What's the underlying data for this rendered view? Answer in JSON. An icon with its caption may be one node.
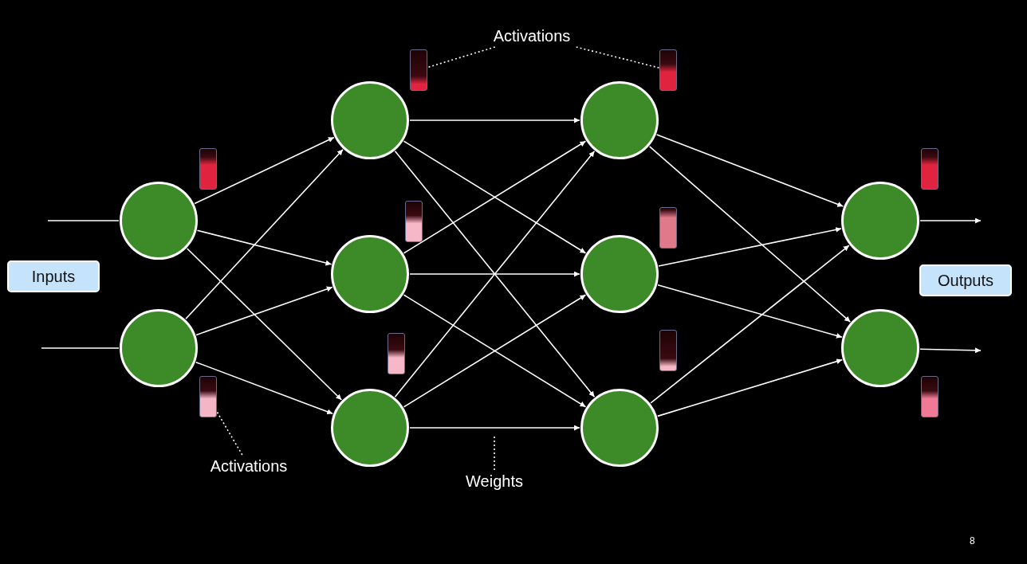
{
  "diagram": {
    "nodes": [
      {
        "text": [],
        "shape": "circle"
      },
      {
        "text": [],
        "shape": "circle"
      },
      {
        "text": [],
        "shape": "circle"
      },
      {
        "text": [],
        "shape": "circle"
      },
      {
        "text": [],
        "shape": "circle"
      },
      {
        "text": [],
        "shape": "circle"
      },
      {
        "text": [],
        "shape": "circle"
      },
      {
        "text": [],
        "shape": "circle"
      },
      {
        "text": [],
        "shape": "circle"
      },
      {
        "text": [],
        "shape": "circle"
      },
      {
        "text": [
          "Inputs"
        ]
      },
      {
        "text": [
          "Outputs"
        ]
      },
      {
        "text": [
          "Activations"
        ]
      },
      {
        "text": [
          "Activations"
        ]
      },
      {
        "text": [
          "Weights"
        ]
      },
      {
        "text": [],
        "shape": "bar"
      },
      {
        "text": [],
        "shape": "bar"
      },
      {
        "text": [],
        "shape": "bar"
      },
      {
        "text": [],
        "shape": "bar"
      },
      {
        "text": [],
        "shape": "bar"
      },
      {
        "text": [],
        "shape": "bar"
      },
      {
        "text": [],
        "shape": "bar"
      },
      {
        "text": [],
        "shape": "bar"
      },
      {
        "text": [],
        "shape": "bar"
      },
      {
        "text": [],
        "shape": "bar"
      }
    ],
    "edges": [
      {
        "from": null,
        "to": 0,
        "arrow": "none"
      },
      {
        "from": null,
        "to": 1,
        "arrow": "none"
      },
      {
        "from": 0,
        "to": 2,
        "arrow": "to"
      },
      {
        "from": 0,
        "to": 3,
        "arrow": "to"
      },
      {
        "from": 0,
        "to": 4,
        "arrow": "to"
      },
      {
        "from": 1,
        "to": 2,
        "arrow": "to"
      },
      {
        "from": 1,
        "to": 3,
        "arrow": "to"
      },
      {
        "from": 1,
        "to": 4,
        "arrow": "to"
      },
      {
        "from": 2,
        "to": 5,
        "arrow": "to"
      },
      {
        "from": 2,
        "to": 6,
        "arrow": "to"
      },
      {
        "from": 2,
        "to": 7,
        "arrow": "to"
      },
      {
        "from": 3,
        "to": 5,
        "arrow": "to"
      },
      {
        "from": 3,
        "to": 6,
        "arrow": "to"
      },
      {
        "from": 3,
        "to": 7,
        "arrow": "to"
      },
      {
        "from": 4,
        "to": 5,
        "arrow": "to"
      },
      {
        "from": 4,
        "to": 6,
        "arrow": "to"
      },
      {
        "from": 4,
        "to": 7,
        "arrow": "to"
      },
      {
        "from": 5,
        "to": 8,
        "arrow": "to"
      },
      {
        "from": 5,
        "to": 9,
        "arrow": "to"
      },
      {
        "from": 6,
        "to": 8,
        "arrow": "to"
      },
      {
        "from": 6,
        "to": 9,
        "arrow": "to"
      },
      {
        "from": 7,
        "to": 8,
        "arrow": "to"
      },
      {
        "from": 7,
        "to": 9,
        "arrow": "to"
      },
      {
        "from": 8,
        "to": null,
        "arrow": "to"
      },
      {
        "from": 9,
        "to": null,
        "arrow": "to"
      },
      {
        "from": 12,
        "to": 17,
        "arrow": "none",
        "style": "dashed"
      },
      {
        "from": 12,
        "to": 20,
        "arrow": "none",
        "style": "dashed"
      },
      {
        "from": 13,
        "to": 16,
        "arrow": "none",
        "style": "dashed"
      },
      {
        "from": 14,
        "to": null,
        "arrow": "none",
        "style": "dashed"
      }
    ],
    "labels": [
      "8"
    ]
  }
}
